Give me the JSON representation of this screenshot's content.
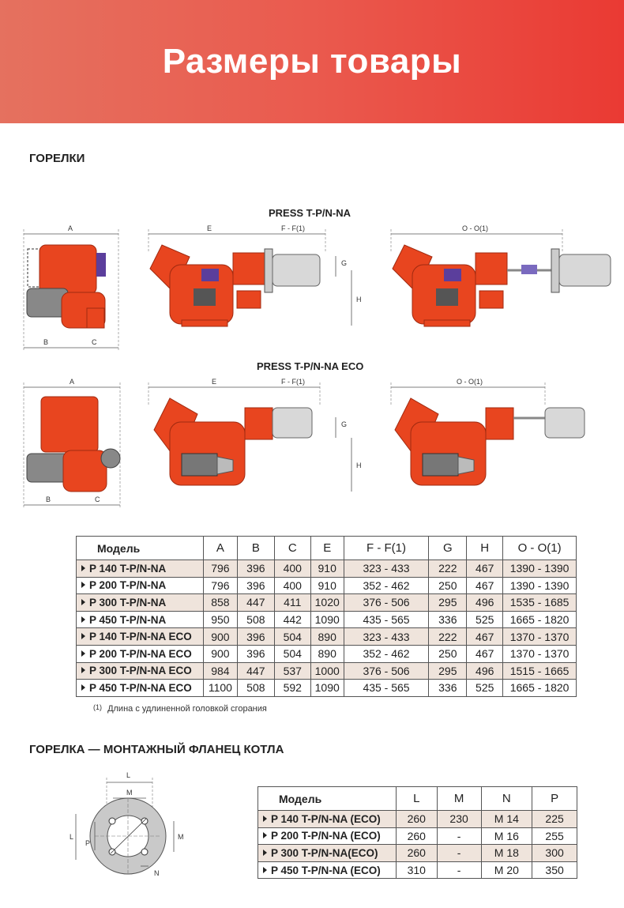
{
  "banner": {
    "title": "Размеры товары"
  },
  "section1": {
    "title": "ГОРЕЛКИ"
  },
  "diagram1": {
    "title": "PRESS T-P/N-NA"
  },
  "diagram2": {
    "title": "PRESS T-P/N-NA ECO"
  },
  "dimlabels": {
    "a": "A",
    "b": "B",
    "c": "C",
    "e": "E",
    "ff": "F - F(1)",
    "oo": "O - O(1)",
    "g": "G",
    "h": "H",
    "l": "L",
    "m": "M",
    "n": "N",
    "p": "P"
  },
  "table1": {
    "headers": [
      "Модель",
      "A",
      "B",
      "C",
      "E",
      "F - F(1)",
      "G",
      "H",
      "O - O(1)"
    ],
    "rows": [
      [
        "P 140 T-P/N-NA",
        "796",
        "396",
        "400",
        "910",
        "323 - 433",
        "222",
        "467",
        "1390 - 1390"
      ],
      [
        "P 200 T-P/N-NA",
        "796",
        "396",
        "400",
        "910",
        "352 - 462",
        "250",
        "467",
        "1390 - 1390"
      ],
      [
        "P 300 T-P/N-NA",
        "858",
        "447",
        "411",
        "1020",
        "376 - 506",
        "295",
        "496",
        "1535 - 1685"
      ],
      [
        "P 450 T-P/N-NA",
        "950",
        "508",
        "442",
        "1090",
        "435 - 565",
        "336",
        "525",
        "1665 - 1820"
      ],
      [
        "P 140 T-P/N-NA ECO",
        "900",
        "396",
        "504",
        "890",
        "323 - 433",
        "222",
        "467",
        "1370 - 1370"
      ],
      [
        "P 200 T-P/N-NA ECO",
        "900",
        "396",
        "504",
        "890",
        "352 - 462",
        "250",
        "467",
        "1370 - 1370"
      ],
      [
        "P 300 T-P/N-NA ECO",
        "984",
        "447",
        "537",
        "1000",
        "376 - 506",
        "295",
        "496",
        "1515 - 1665"
      ],
      [
        "P 450 T-P/N-NA ECO",
        "1100",
        "508",
        "592",
        "1090",
        "435 - 565",
        "336",
        "525",
        "1665 - 1820"
      ]
    ]
  },
  "footnote": {
    "mark": "(1)",
    "text": "Длина с удлиненной головкой сгорания"
  },
  "section2": {
    "title": "ГОРЕЛКА — МОНТАЖНЫЙ ФЛАНЕЦ КОТЛА"
  },
  "table2": {
    "headers": [
      "Модель",
      "L",
      "M",
      "N",
      "P"
    ],
    "rows": [
      [
        "P 140 T-P/N-NA (ECO)",
        "260",
        "230",
        "M 14",
        "225"
      ],
      [
        "P 200 T-P/N-NA (ECO)",
        "260",
        "-",
        "M 16",
        "255"
      ],
      [
        "P 300 T-P/N-NA(ECO)",
        "260",
        "-",
        "M 18",
        "300"
      ],
      [
        "P 450 T-P/N-NA (ECO)",
        "310",
        "-",
        "M 20",
        "350"
      ]
    ]
  },
  "colors": {
    "banner_left": "#e5715f",
    "banner_right": "#ea3a33",
    "burner_orange": "#e8451f",
    "shade": "#efe4dc"
  }
}
